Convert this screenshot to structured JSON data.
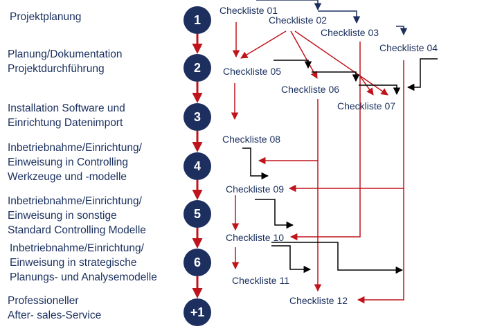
{
  "phases": [
    {
      "number": "1",
      "lines": [
        "Projektplanung"
      ]
    },
    {
      "number": "2",
      "lines": [
        "Planung/Dokumentation",
        "Projektdurchführung"
      ]
    },
    {
      "number": "3",
      "lines": [
        "Installation Software und",
        "Einrichtung Datenimport"
      ]
    },
    {
      "number": "4",
      "lines": [
        "Inbetriebnahme/Einrichtung/",
        "Einweisung in Controlling",
        "Werkzeuge und -modelle"
      ]
    },
    {
      "number": "5",
      "lines": [
        "Inbetriebnahme/Einrichtung/",
        "Einweisung in sonstige",
        "Standard Controlling Modelle"
      ]
    },
    {
      "number": "6",
      "lines": [
        "Inbetriebnahme/Einrichtung/",
        "Einweisung in strategische",
        "Planungs- und Analysemodelle"
      ]
    },
    {
      "number": "+1",
      "lines": [
        "Professioneller",
        "After- sales-Service"
      ]
    }
  ],
  "checklists": [
    "Checkliste 01",
    "Checkliste 02",
    "Checkliste 03",
    "Checkliste 04",
    "Checkliste 05",
    "Checkliste 06",
    "Checkliste 07",
    "Checkliste 08",
    "Checkliste 09",
    "Checkliste 10",
    "Checkliste 11",
    "Checkliste 12"
  ],
  "colors": {
    "navy": "#1c2f5f",
    "red": "#c0141c",
    "black": "#000000"
  }
}
